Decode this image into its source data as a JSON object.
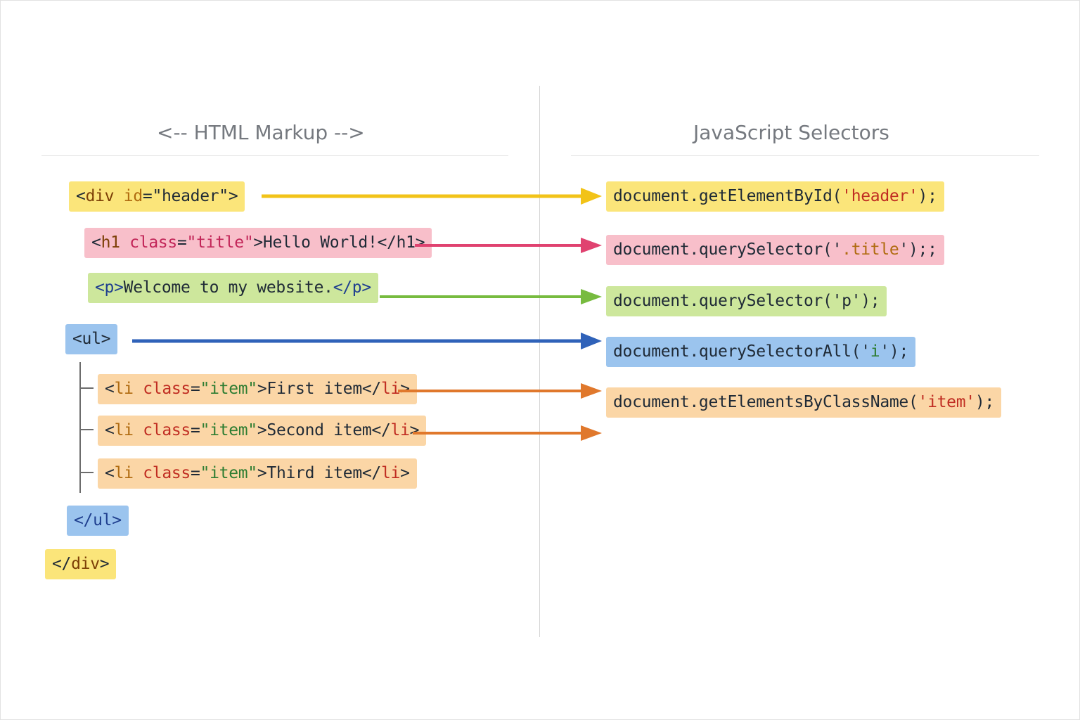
{
  "headings": {
    "left": "<-- HTML Markup -->",
    "right": "JavaScript Selectors"
  },
  "markup": {
    "div_open": {
      "lt": "<",
      "tag": "div",
      "sp": " ",
      "attr": "id",
      "eq": "=",
      "val": "\"header\"",
      "gt": ">"
    },
    "h1": {
      "lt": "<",
      "tag": "h1",
      "sp": " ",
      "attr": "class",
      "eq": "=",
      "val": "\"title\"",
      "text": ">Hello World!",
      "close": "</h1>"
    },
    "p": {
      "open": "<p>",
      "text": "Welcome to my website.",
      "close": "</p>"
    },
    "ul_open": "<ul>",
    "items": [
      {
        "lt": "<",
        "tag": "li",
        "sp": " ",
        "attr": "class",
        "eq": "=",
        "val": "\"item\"",
        "text": ">First item</",
        "ctag": "li",
        "gt": ">"
      },
      {
        "lt": "<",
        "tag": "li",
        "sp": " ",
        "attr": "class",
        "eq": "=",
        "val": "\"item\"",
        "text": ">Second item</",
        "ctag": "li",
        "gt": ">"
      },
      {
        "lt": "<",
        "tag": "li",
        "sp": " ",
        "attr": "class",
        "eq": "=",
        "val": "\"item\"",
        "text": ">Third item</",
        "ctag": "li",
        "gt": ">"
      }
    ],
    "ul_close": "</ul>",
    "div_close": {
      "lt": "</",
      "tag": "div",
      "gt": ">"
    }
  },
  "selectors": {
    "by_id": {
      "pre": "document.getElementById(",
      "arg": "'header'",
      "post": ");"
    },
    "query_title": {
      "pre": "document.querySelector('",
      "arg": ".title",
      "post": "');;"
    },
    "query_p": {
      "pre": "document.querySelector('p');"
    },
    "query_all": {
      "pre": "document.querySelectorAll('",
      "arg": "i",
      "post": "');"
    },
    "by_class": {
      "pre": "document.getElementsByClassName(",
      "arg": "'item'",
      "post": ");"
    }
  },
  "colors": {
    "yellow_arrow": "#f2c318",
    "pink_arrow": "#e04270",
    "green_arrow": "#77bb3f",
    "blue_arrow": "#2f62b9",
    "orange_arrow": "#e0782c"
  }
}
